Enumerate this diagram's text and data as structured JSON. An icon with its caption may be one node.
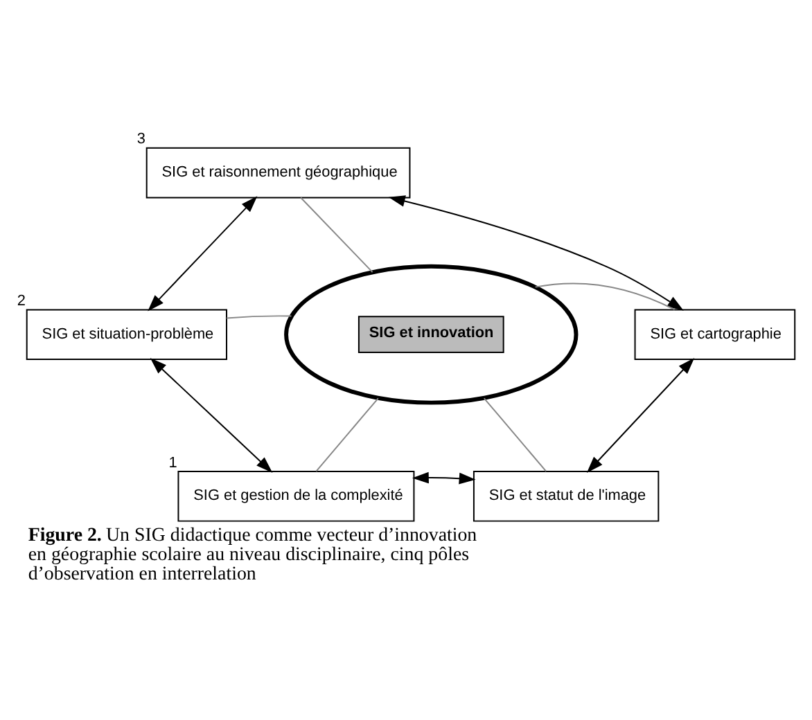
{
  "diagram": {
    "caption": "**Figure 2.** Un SIG didactique comme vecteur d’innovation en géographie scolaire au niveau disciplinaire, cinq pôles d’observation en interrelation",
    "nodes": [
      {
        "text": [
          "SIG et raisonnement géographique"
        ],
        "beside": [
          "3"
        ]
      },
      {
        "text": [
          "SIG et situation-problème"
        ],
        "beside": [
          "2"
        ]
      },
      {
        "text": [
          "SIG et innovation"
        ]
      },
      {
        "text": [
          "SIG et cartographie"
        ]
      },
      {
        "text": [
          "SIG et gestion de la complexité"
        ],
        "beside": [
          "1"
        ]
      },
      {
        "text": [
          "SIG et statut de l'image"
        ]
      }
    ],
    "edges": [
      {
        "from": 0,
        "to": 1,
        "arrow": "both"
      },
      {
        "from": 0,
        "to": 3,
        "arrow": "both"
      },
      {
        "from": 1,
        "to": 4,
        "arrow": "both"
      },
      {
        "from": 3,
        "to": 5,
        "arrow": "both"
      },
      {
        "from": 4,
        "to": 5,
        "arrow": "both"
      },
      {
        "from": 2,
        "to": 0,
        "arrow": "none",
        "color": "#888888"
      },
      {
        "from": 2,
        "to": 1,
        "arrow": "none",
        "color": "#888888"
      },
      {
        "from": 2,
        "to": 3,
        "arrow": "none",
        "color": "#888888"
      },
      {
        "from": 2,
        "to": 4,
        "arrow": "none",
        "color": "#888888"
      },
      {
        "from": 2,
        "to": 5,
        "arrow": "none",
        "color": "#888888"
      }
    ]
  }
}
